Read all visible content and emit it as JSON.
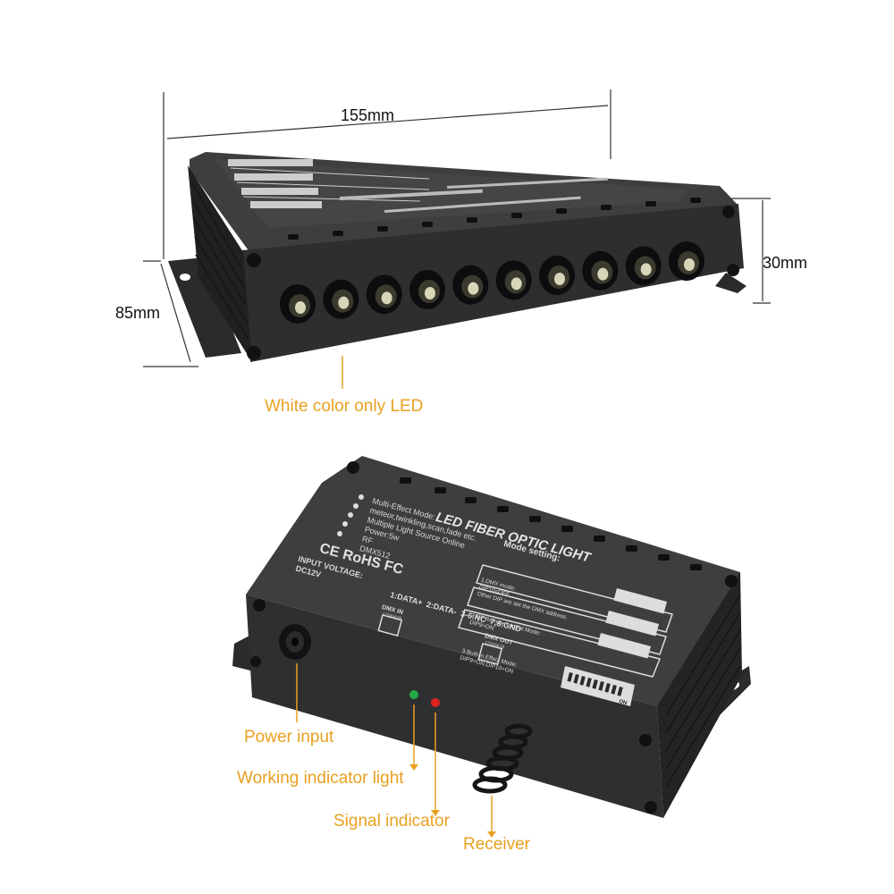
{
  "dimensions": {
    "length": "155mm",
    "width": "85mm",
    "height": "30mm"
  },
  "device": {
    "panel_title": "LED FIBER OPTIC LIGHT",
    "features": [
      "Multi-Effect Mode:",
      "meteor,twinkling,scan,fade etc.",
      "Multiple Light Source Online",
      "Power:5w",
      "RF",
      "DMX512"
    ],
    "certifications": "CE RoHS FC",
    "input_voltage_label": "INPUT VOLTAGE:",
    "input_voltage_value": "DC12V",
    "mode_setting_title": "Mode setting:",
    "mode_settings": [
      "1.DMX mode:\nDIP10=OFF\nOther DIP are set the DMX address.",
      "2.RF Remote control Mode:\nDIP9=ON",
      "3.Built-in Effect Mode:\nDIP9=ON,DIP10=ON"
    ],
    "pinout": "1:DATA+  2:DATA-  3-6:NC  7,8:GND",
    "dmx_in_label": "DMX IN",
    "dmx_out_label": "DMX OUT",
    "port_pins": "12345678",
    "dip_on_label": "ON",
    "output_port_count": 10
  },
  "callouts": {
    "white_led": "White color only LED",
    "power_input": "Power input",
    "working_indicator": "Working indicator light",
    "signal_indicator": "Signal indicator",
    "receiver": "Receiver"
  },
  "colors": {
    "callout_text": "#e8a020",
    "callout_line": "#e8a020",
    "dimension_line": "#333333",
    "housing": "#3a3b3d",
    "housing_dark": "#232426",
    "working_led": "#22aa44",
    "signal_led": "#dd2222"
  }
}
